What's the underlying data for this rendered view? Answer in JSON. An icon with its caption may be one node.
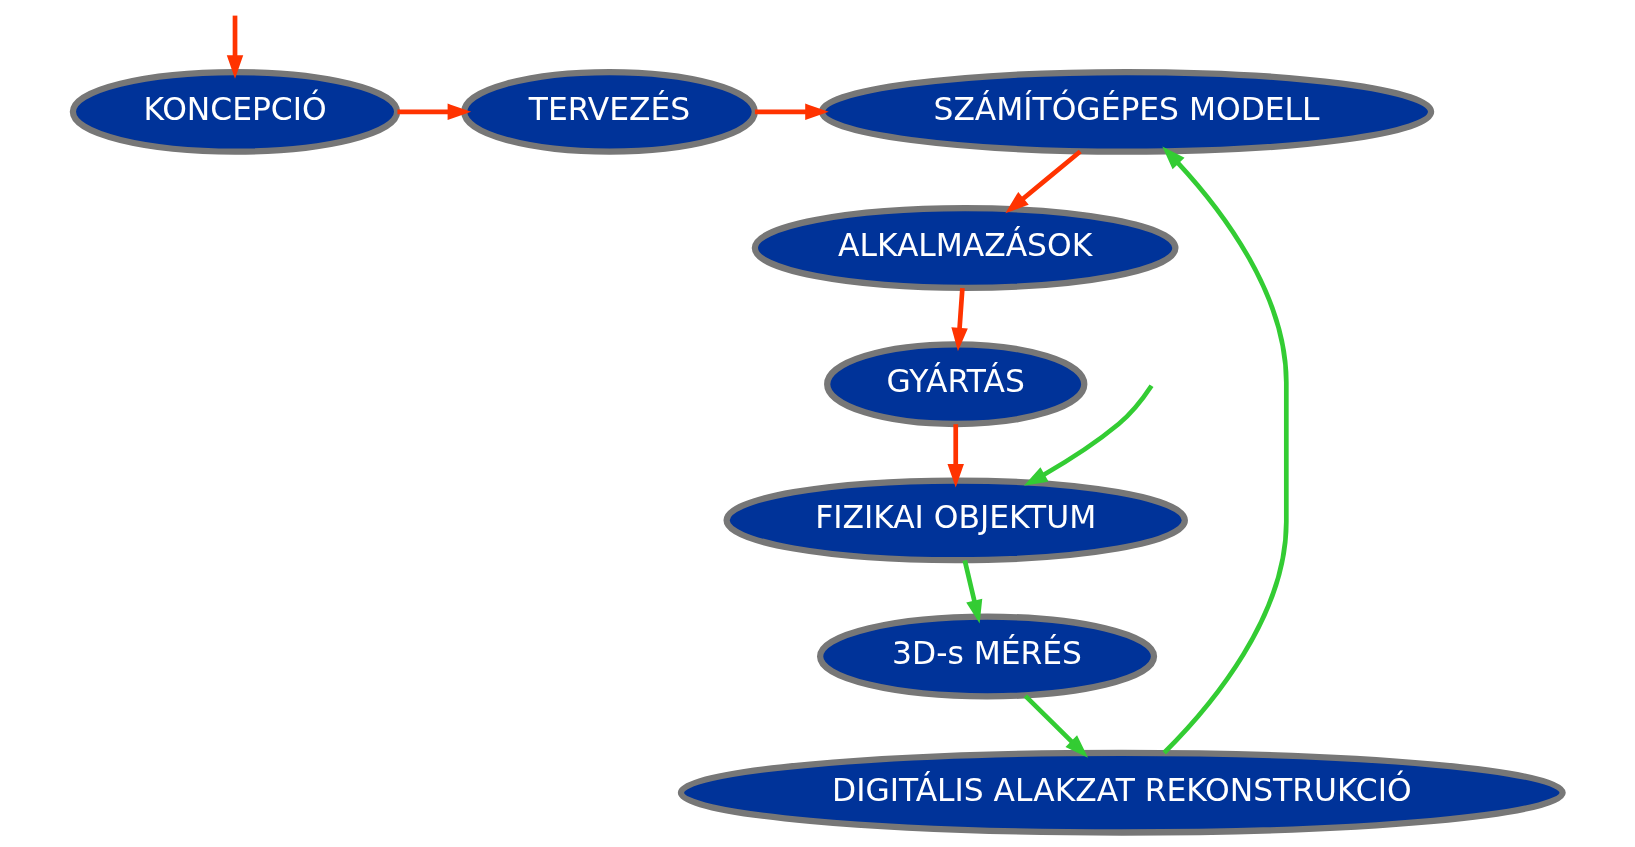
{
  "diagram": {
    "nodes": [
      {
        "text": [
          "KONCEPCIÓ"
        ]
      },
      {
        "text": [
          "TERVEZÉS"
        ]
      },
      {
        "text": [
          "SZÁMÍTÓGÉPES MODELL"
        ]
      },
      {
        "text": [
          "ALKALMAZÁSOK"
        ]
      },
      {
        "text": [
          "GYÁRTÁS"
        ]
      },
      {
        "text": [
          "FIZIKAI OBJEKTUM"
        ]
      },
      {
        "text": [
          "3D-s MÉRÉS"
        ]
      },
      {
        "text": [
          "DIGITÁLIS ALAKZAT REKONSTRUKCIÓ"
        ]
      }
    ],
    "edges": [
      {
        "from": null,
        "to": 0,
        "arrow": "to"
      },
      {
        "from": 0,
        "to": 1,
        "arrow": "to"
      },
      {
        "from": 1,
        "to": 2,
        "arrow": "to"
      },
      {
        "from": 2,
        "to": 3,
        "arrow": "to"
      },
      {
        "from": 3,
        "to": 4,
        "arrow": "to"
      },
      {
        "from": 4,
        "to": 5,
        "arrow": "to"
      },
      {
        "from": 5,
        "to": 6,
        "arrow": "to",
        "color": "#33cc33"
      },
      {
        "from": 6,
        "to": 7,
        "arrow": "to",
        "color": "#33cc33"
      },
      {
        "from": 7,
        "to": 2,
        "arrow": "to",
        "color": "#33cc33"
      },
      {
        "from": null,
        "to": 5,
        "arrow": "to",
        "color": "#33cc33"
      }
    ]
  }
}
